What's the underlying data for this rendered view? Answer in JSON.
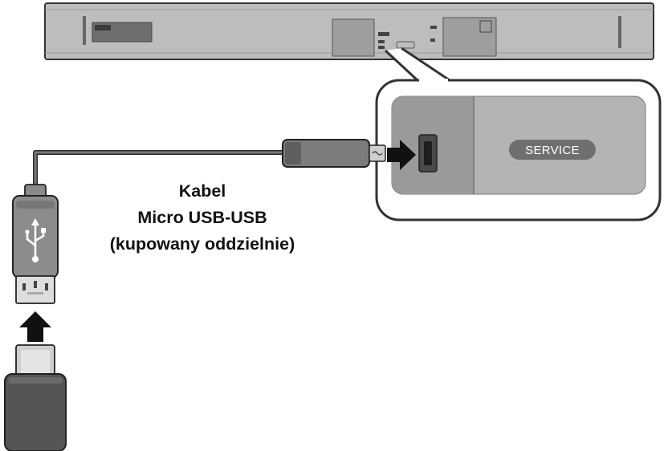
{
  "diagram": {
    "service_label": "SERVICE",
    "cable_label": {
      "line1": "Kabel",
      "line2": "Micro USB-USB",
      "line3": "(kupowany oddzielnie)"
    }
  },
  "colors": {
    "soundbar_body": "#bdbdbd",
    "panel_dark": "#8f8f8f",
    "outline": "#222222",
    "cable": "#5a5a5a",
    "arrow": "#111111",
    "usb_stick": "#555555"
  }
}
